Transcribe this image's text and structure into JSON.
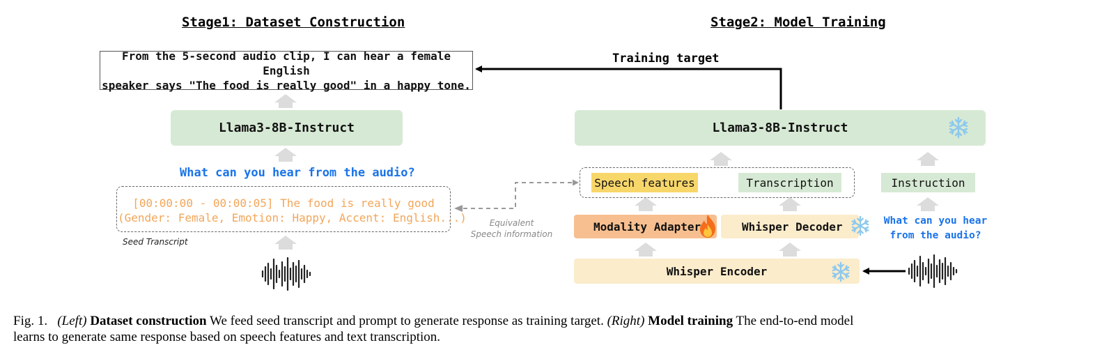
{
  "stage1": {
    "heading": "Stage1: Dataset Construction",
    "target_line1": "From the 5-second audio clip, I can hear a female English",
    "target_line2": "speaker says \"The food is really good\" in a happy tone.",
    "llm_label": "Llama3-8B-Instruct",
    "prompt": "What can you hear from the audio?",
    "transcript_line1": "[00:00:00 - 00:00:05] The food is really good",
    "transcript_line2": "(Gender: Female, Emotion: Happy, Accent: English...)",
    "seed_label": "Seed Transcript"
  },
  "middle": {
    "equiv_line1": "Equivalent",
    "equiv_line2": "Speech information"
  },
  "stage2": {
    "heading": "Stage2: Model Training",
    "training_target": "Training target",
    "llm_label": "Llama3-8B-Instruct",
    "speech_features": "Speech features",
    "transcription": "Transcription",
    "instruction": "Instruction",
    "modality_adapter": "Modality Adapter",
    "whisper_decoder": "Whisper Decoder",
    "whisper_encoder": "Whisper Encoder",
    "question_line1": "What can you hear",
    "question_line2": "from the audio?"
  },
  "caption": {
    "fig_label": "Fig. 1.",
    "left_tag": "(Left)",
    "left_bold": "Dataset construction",
    "left_text": "We feed seed transcript and prompt to generate response as training target.",
    "right_tag": "(Right)",
    "right_bold": "Model training",
    "right_text": "The end-to-end model",
    "line2": "learns to generate same response based on speech features and text transcription."
  },
  "icons": {
    "frozen": "snowflake-icon",
    "trainable": "fire-icon",
    "audio": "waveform-icon"
  },
  "colors": {
    "green": "#d6e9d4",
    "yellow": "#f8d76a",
    "cream": "#fbeccb",
    "orange": "#f7bf8f",
    "blue_text": "#1a73e8",
    "orange_text": "#f2a65a"
  }
}
